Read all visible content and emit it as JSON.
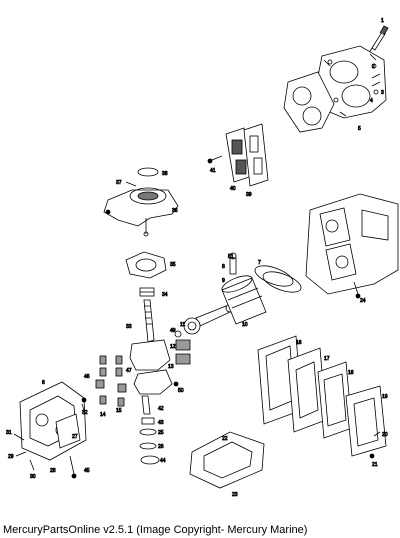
{
  "caption": "MercuryPartsOnline v2.5.1 (Image Copyright- Mercury Marine)",
  "callouts": {
    "spark_plug": "1",
    "head_bolt": "3",
    "head_washer": "4",
    "cyl_head": "5",
    "head_gasket": "2",
    "plate_screw": "41",
    "transfer_cover": "40",
    "transfer_gasket": "39",
    "crank_bolt": "37",
    "upper_seal": "38",
    "upper_end_cap": "36",
    "end_cap_gasket": "35",
    "top_bearing": "34",
    "crankshaft": "33",
    "piston_pin_retainer": "9",
    "piston_pin": "8",
    "piston_rings": "7",
    "piston": "10",
    "cylinder_block_bolt": "24",
    "rod_screw": "12",
    "rod_upper": "11",
    "rod_cap": "13",
    "rod_needle": "14",
    "rod_cage": "15",
    "cover_plate": "16",
    "reed_block": "17",
    "reed_plate": "18",
    "reed_stop": "19",
    "reed_screw": "20",
    "reed_fastener": "21",
    "exhaust_gasket": "22",
    "exhaust_cover": "23",
    "lower_seal": "25",
    "bearing_race": "26",
    "lower_plate": "27",
    "lower_housing": "28",
    "lower_bolt": "29",
    "lower_stud": "30",
    "lower_screw": "31",
    "lower_washer": "32",
    "lower_bearing": "42",
    "lower_retainer": "43",
    "lower_spacer": "44",
    "lower_cap_screw": "45",
    "center_main": "46",
    "main_cage": "47",
    "lower_housing_bolt": "6",
    "ring_oring": "49",
    "lower_cap_oring": "50",
    "pin_washer": "51"
  }
}
